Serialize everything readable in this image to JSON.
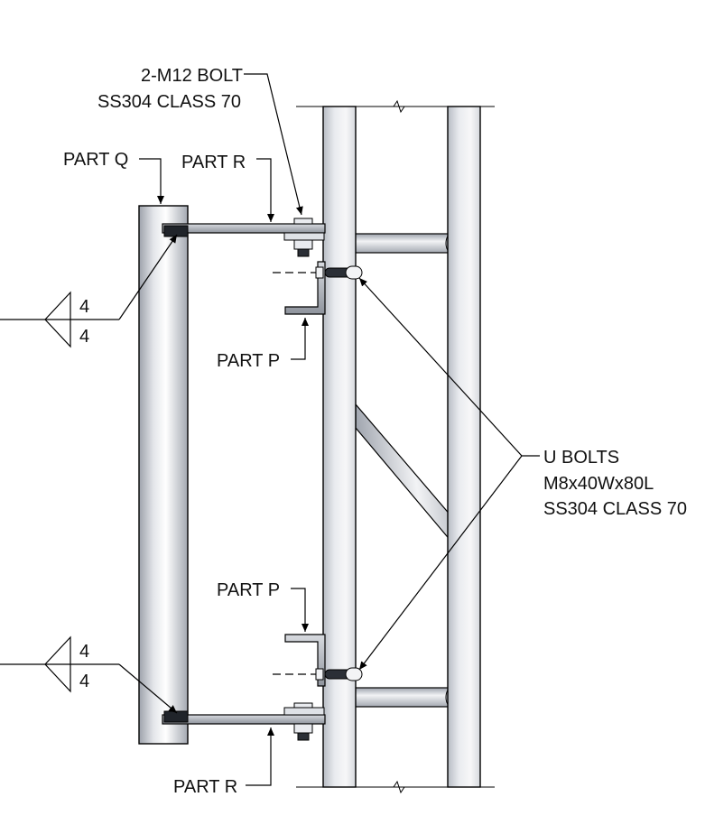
{
  "labels": {
    "bolt_line1": "2-M12 BOLT",
    "bolt_line2": "SS304 CLASS 70",
    "part_q": "PART  Q",
    "part_r_top": "PART  R",
    "part_p_top": "PART  P",
    "part_p_bottom": "PART  P",
    "part_r_bottom": "PART  R",
    "ubolt_line1": "U BOLTS",
    "ubolt_line2": "M8x40Wx80L",
    "ubolt_line3": "SS304 CLASS 70",
    "weld_top_upper": "4",
    "weld_top_lower": "4",
    "weld_bottom_upper": "4",
    "weld_bottom_lower": "4"
  },
  "colors": {
    "steel_light": "#f4f4f6",
    "steel_mid": "#c7cbd3",
    "steel_dark": "#8a8f99",
    "line": "#000000"
  }
}
